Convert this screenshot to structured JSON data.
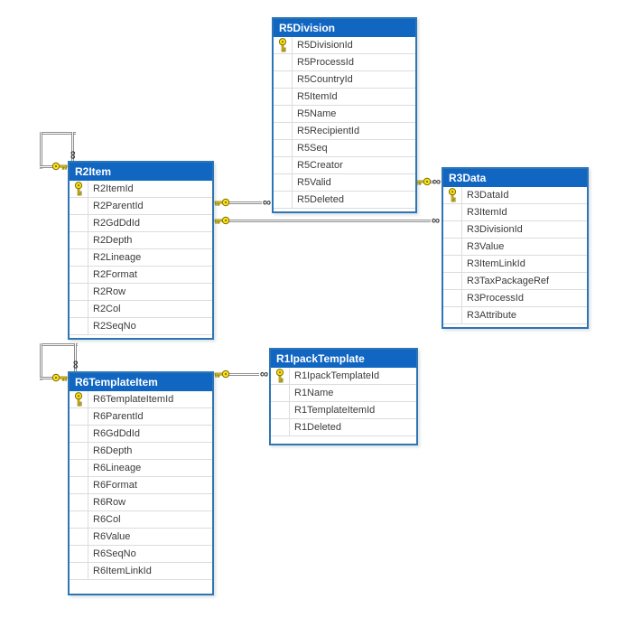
{
  "diagram_title": "database-relationship-diagram",
  "glyphs": {
    "infinity": "∞"
  },
  "colors": {
    "header_blue": "#1166c1",
    "table_border_blue": "#2e75b6",
    "key_yellow": "#ffe01a",
    "relation_line_gray": "#8f8f8f",
    "row_separator": "#dcdcdc",
    "canvas_background": "#ffffff"
  },
  "tables": [
    {
      "name": "R5Division",
      "fields": [
        {
          "label": "R5DivisionId",
          "pk": true
        },
        {
          "label": "R5ProcessId"
        },
        {
          "label": "R5CountryId"
        },
        {
          "label": "R5ItemId"
        },
        {
          "label": "R5Name"
        },
        {
          "label": "R5RecipientId"
        },
        {
          "label": "R5Seq"
        },
        {
          "label": "R5Creator"
        },
        {
          "label": "R5Valid"
        },
        {
          "label": "R5Deleted"
        }
      ]
    },
    {
      "name": "R2Item",
      "fields": [
        {
          "label": "R2ItemId",
          "pk": true
        },
        {
          "label": "R2ParentId"
        },
        {
          "label": "R2GdDdId"
        },
        {
          "label": "R2Depth"
        },
        {
          "label": "R2Lineage"
        },
        {
          "label": "R2Format"
        },
        {
          "label": "R2Row"
        },
        {
          "label": "R2Col"
        },
        {
          "label": "R2SeqNo"
        }
      ]
    },
    {
      "name": "R3Data",
      "fields": [
        {
          "label": "R3DataId",
          "pk": true
        },
        {
          "label": "R3ItemId"
        },
        {
          "label": "R3DivisionId"
        },
        {
          "label": "R3Value"
        },
        {
          "label": "R3ItemLinkId"
        },
        {
          "label": "R3TaxPackageRef"
        },
        {
          "label": "R3ProcessId"
        },
        {
          "label": "R3Attribute"
        }
      ]
    },
    {
      "name": "R6TemplateItem",
      "fields": [
        {
          "label": "R6TemplateItemId",
          "pk": true
        },
        {
          "label": "R6ParentId"
        },
        {
          "label": "R6GdDdId"
        },
        {
          "label": "R6Depth"
        },
        {
          "label": "R6Lineage"
        },
        {
          "label": "R6Format"
        },
        {
          "label": "R6Row"
        },
        {
          "label": "R6Col"
        },
        {
          "label": "R6Value"
        },
        {
          "label": "R6SeqNo"
        },
        {
          "label": "R6ItemLinkId"
        }
      ]
    },
    {
      "name": "R1IpackTemplate",
      "fields": [
        {
          "label": "R1IpackTemplateId",
          "pk": true
        },
        {
          "label": "R1Name"
        },
        {
          "label": "R1TemplateItemId"
        },
        {
          "label": "R1Deleted"
        }
      ]
    }
  ],
  "relations": [
    {
      "from_table": "R2Item",
      "to_table": "R2Item",
      "kind": "self-reference",
      "one_symbol": "key",
      "many_symbol": "infinity"
    },
    {
      "from_table": "R2Item",
      "to_table": "R5Division",
      "kind": "one-to-many",
      "one_symbol": "key",
      "many_symbol": "infinity"
    },
    {
      "from_table": "R2Item",
      "to_table": "R3Data",
      "kind": "one-to-many",
      "one_symbol": "key",
      "many_symbol": "infinity"
    },
    {
      "from_table": "R5Division",
      "to_table": "R3Data",
      "kind": "one-to-many",
      "one_symbol": "key",
      "many_symbol": "infinity"
    },
    {
      "from_table": "R6TemplateItem",
      "to_table": "R6TemplateItem",
      "kind": "self-reference",
      "one_symbol": "key",
      "many_symbol": "infinity"
    },
    {
      "from_table": "R6TemplateItem",
      "to_table": "R1IpackTemplate",
      "kind": "one-to-many",
      "one_symbol": "key",
      "many_symbol": "infinity"
    }
  ]
}
